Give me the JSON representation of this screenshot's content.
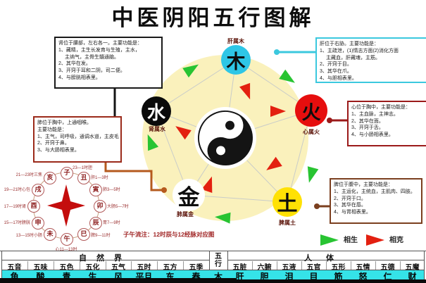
{
  "title": "中医阴阳五行图解",
  "caption": "子午流注：12时辰与12经脉对应图",
  "legend": {
    "sheng_label": "相生",
    "ke_label": "相克",
    "sheng_color": "#28C432",
    "ke_color": "#E32010"
  },
  "elements": {
    "wood": {
      "char": "木",
      "label": "肝属木",
      "color": "#2EC6E6"
    },
    "fire": {
      "char": "火",
      "label": "心属火",
      "color": "#E60E0E"
    },
    "earth": {
      "char": "土",
      "label": "脾属土",
      "color": "#FFE104"
    },
    "metal": {
      "char": "金",
      "label": "肺属金",
      "color": "#FFFFFF"
    },
    "water": {
      "char": "水",
      "label": "肾属水",
      "color": "#0A0A0A"
    }
  },
  "boxes": {
    "kidney": {
      "lines": [
        "肾位于腰部，左右各一。主要功能是：",
        "1、藏精，主生长发育与生殖，主水，",
        "　 主纳气，主骨生髓通脑。",
        "2、其华在发。",
        "3、开窍于耳和二阴，司二便。",
        "4、与膀胱相表里。"
      ]
    },
    "liver": {
      "lines": [
        "肝位于右胁。主要功能是：",
        "1、主疏泄，(1)情志方面(2)消化方面",
        "　 主藏血，肝藏魂，主筋。",
        "2、开窍于目。",
        "3、其华在爪。",
        "4、与胆相表里。"
      ]
    },
    "lung": {
      "lines": [
        "肺位于胸中，上通咽喉。",
        "主要功能是：",
        "1、主气，司呼吸，通调水道，主皮毛",
        "2、开窍于鼻。",
        "3、与大肠相表里。"
      ]
    },
    "heart": {
      "lines": [
        "心位于胸中，主要功能是：",
        "1、主血脉，主神志。",
        "2、其华在面。",
        "3、开窍于舌。",
        "4、与小肠相表里。"
      ]
    },
    "spleen": {
      "lines": [
        "脾位于腹中，主要功能是：",
        "1、主运化，主统血，主肌肉、四肢。",
        "2、开窍于口。",
        "3、其华在唇。",
        "4、与胃相表里。"
      ]
    }
  },
  "clock": {
    "hours": [
      {
        "branch": "子",
        "label": "23—1时胆"
      },
      {
        "branch": "丑",
        "label": "肝1—3时"
      },
      {
        "branch": "寅",
        "label": "肺3—5时"
      },
      {
        "branch": "卯",
        "label": "大肠5—7时"
      },
      {
        "branch": "辰",
        "label": "胃7—9时"
      },
      {
        "branch": "巳",
        "label": "脾9—11时"
      },
      {
        "branch": "午",
        "label": "心11—13时"
      },
      {
        "branch": "未",
        "label": "13—15时小肠"
      },
      {
        "branch": "申",
        "label": "15—17时膀胱"
      },
      {
        "branch": "酉",
        "label": "17—19时肾"
      },
      {
        "branch": "戌",
        "label": "19—21时心包"
      },
      {
        "branch": "亥",
        "label": "21—23时三焦"
      }
    ]
  },
  "table": {
    "group_left": "自然界",
    "group_mid": "五行",
    "group_right": "人体",
    "headers_left": [
      "五音",
      "五味",
      "五色",
      "五化",
      "五气",
      "五时",
      "五方",
      "五季"
    ],
    "headers_right": [
      "五脏",
      "六腑",
      "五液",
      "五官",
      "五形",
      "五情",
      "五德",
      "五魔"
    ],
    "row_left": [
      "角",
      "酸",
      "青",
      "生",
      "风",
      "平旦",
      "东",
      "春"
    ],
    "row_mid": "木",
    "row_right": [
      "肝",
      "胆",
      "泪",
      "目",
      "筋",
      "怒",
      "仁",
      "财"
    ]
  }
}
